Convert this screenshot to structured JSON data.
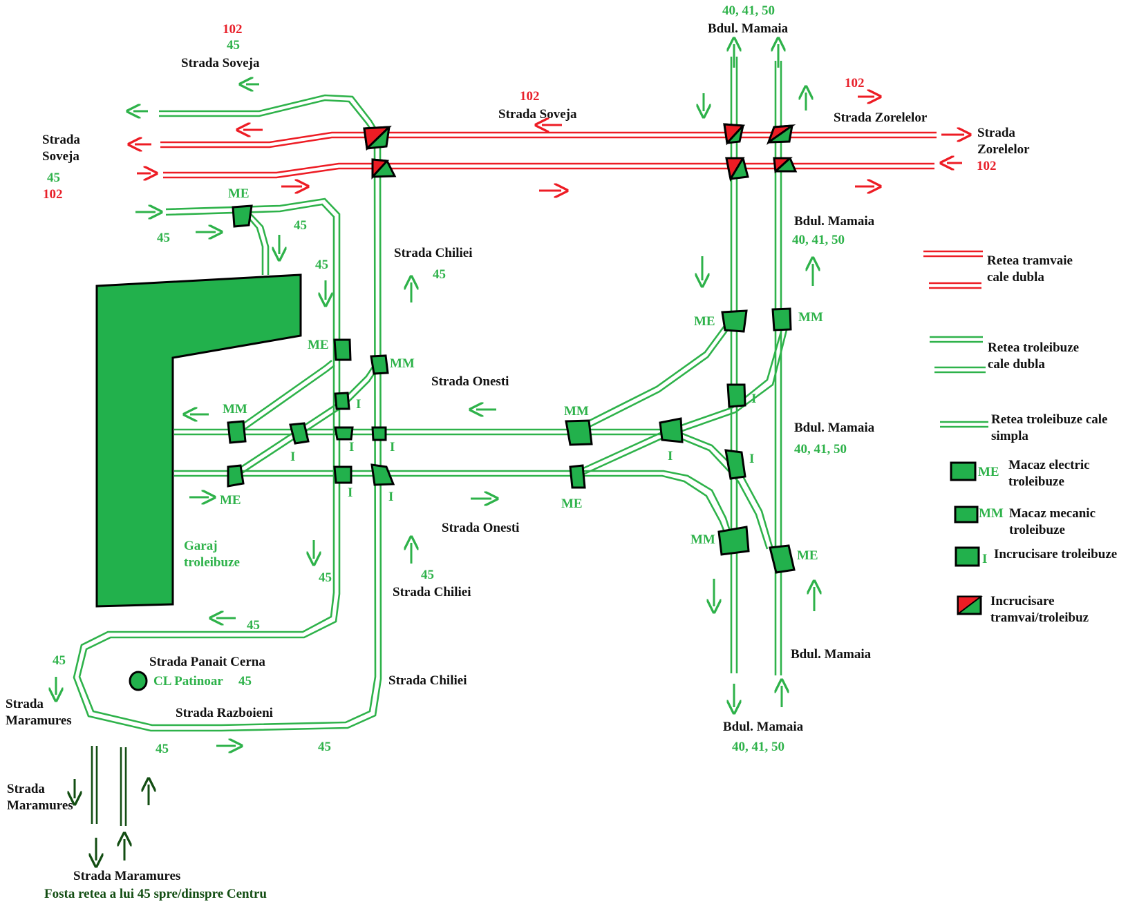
{
  "colors": {
    "tram": "#ed1c24",
    "trolleybus": "#2eb24a",
    "garage": "#22b14c",
    "legacy": "#124d12",
    "text": "#111111"
  },
  "labels": {
    "soveja_tl_102": "102",
    "soveja_tl_45": "45",
    "soveja_tl_name": "Strada Soveja",
    "soveja_l_name1": "Strada",
    "soveja_l_name2": "Soveja",
    "soveja_l_45": "45",
    "soveja_l_102": "102",
    "entry_45": "45",
    "me_top": "ME",
    "branch_45a": "45",
    "branch_45b": "45",
    "soveja_mid_102": "102",
    "soveja_mid_name": "Strada Soveja",
    "mamaia_top_routes": "40, 41, 50",
    "mamaia_top_name": "Bdul. Mamaia",
    "zorelelor_102a": "102",
    "zorelelor_name": "Strada Zorelelor",
    "zorelelor_r1": "Strada",
    "zorelelor_r2": "Zorelelor",
    "zorelelor_102b": "102",
    "mamaia_name2": "Bdul. Mamaia",
    "mamaia_routes2": "40, 41, 50",
    "chiliei_top_name": "Strada Chiliei",
    "chiliei_top_45": "45",
    "me_left": "ME",
    "mm_chiliei": "MM",
    "onesti_top": "Strada Onesti",
    "mm_left": "MM",
    "i_1": "I",
    "i_2": "I",
    "i_3": "I",
    "i_4": "I",
    "i_5": "I",
    "i_6": "I",
    "me_bottom_left": "ME",
    "garaj1": "Garaj",
    "garaj2": "troleibuze",
    "onesti_bottom": "Strada Onesti",
    "mm_mid": "MM",
    "me_mid": "ME",
    "i_7": "I",
    "me_right": "ME",
    "mm_right": "MM",
    "i_8": "I",
    "i_9": "I",
    "mamaia_name3": "Bdul. Mamaia",
    "mamaia_routes3": "40, 41, 50",
    "mm_bottom_right": "MM",
    "me_bottom_right": "ME",
    "chiliei_45": "45",
    "chiliei_mid_name": "Strada Chiliei",
    "loop_45a": "45",
    "loop_45b": "45",
    "loop_45c": "45",
    "panait": "Strada Panait Cerna",
    "cl": "CL Patinoar",
    "cl_45": "45",
    "chiliei_low_name": "Strada Chiliei",
    "maramures1a": "Strada",
    "maramures1b": "Maramures",
    "razboieni": "Strada Razboieni",
    "razboieni_45a": "45",
    "razboieni_45b": "45",
    "mamaia_bottom_right": "Bdul. Mamaia",
    "mamaia_bottom": "Bdul. Mamaia",
    "mamaia_bottom_routes": "40, 41, 50",
    "maramures2a": "Strada",
    "maramures2b": "Maramures",
    "maramures3": "Strada Maramures",
    "fosta": "Fosta retea a lui 45 spre/dinspre Centru"
  },
  "legend": {
    "tram_double1": "Retea tramvaie",
    "tram_double2": "cale dubla",
    "trolley_double1": "Retea troleibuze",
    "trolley_double2": "cale dubla",
    "trolley_single1": "Retea troleibuze cale",
    "trolley_single2": "simpla",
    "me_tag": "ME",
    "me_text1": "Macaz electric",
    "me_text2": "troleibuze",
    "mm_tag": "MM",
    "mm_text1": "Macaz mecanic",
    "mm_text2": "troleibuze",
    "i_tag": "I",
    "i_text": "Incrucisare troleibuze",
    "x_text1": "Incrucisare",
    "x_text2": "tramvai/troleibuz"
  }
}
